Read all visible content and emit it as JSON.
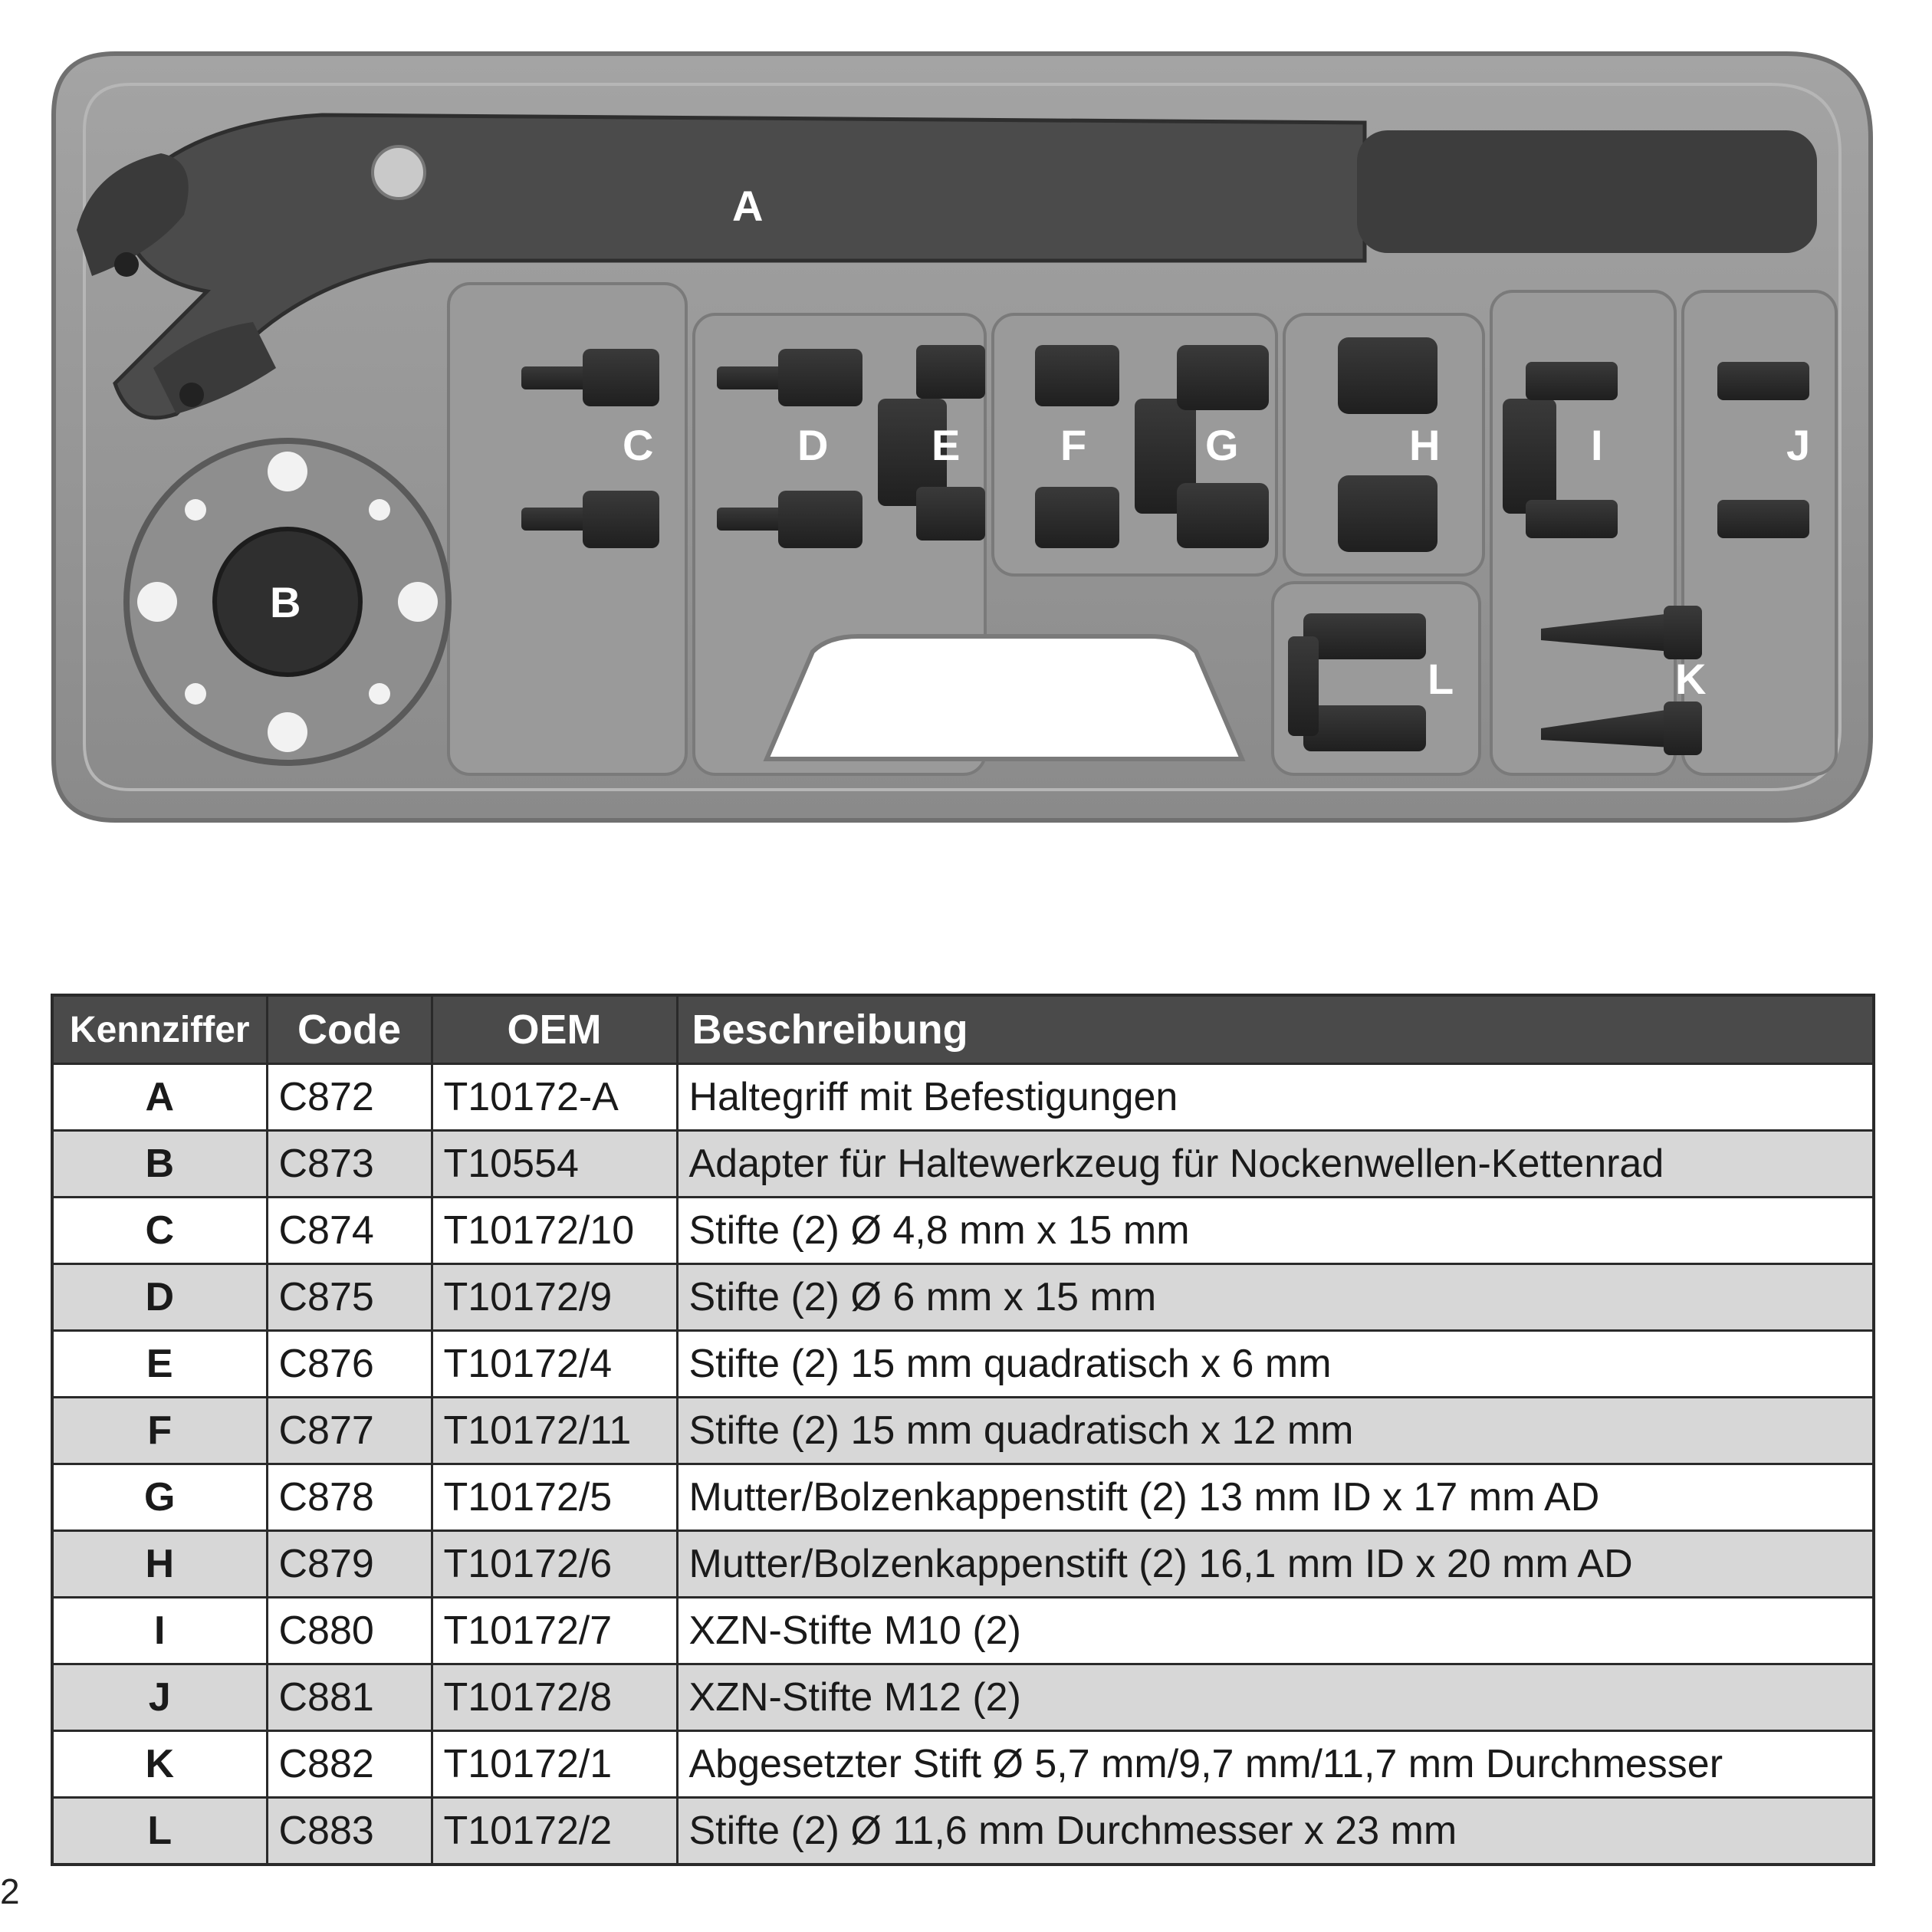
{
  "figure": {
    "tool_letters": [
      "A",
      "B",
      "C",
      "D",
      "E",
      "F",
      "G",
      "H",
      "I",
      "J",
      "K",
      "L"
    ]
  },
  "table": {
    "headers": {
      "key": "Kennziffer",
      "code": "Code",
      "oem": "OEM",
      "description": "Beschreibung"
    },
    "rows": [
      {
        "key": "A",
        "code": "C872",
        "oem": "T10172-A",
        "description": "Haltegriff mit Befestigungen"
      },
      {
        "key": "B",
        "code": "C873",
        "oem": "T10554",
        "description": "Adapter für Haltewerkzeug für Nockenwellen-Kettenrad"
      },
      {
        "key": "C",
        "code": "C874",
        "oem": "T10172/10",
        "description": "Stifte (2) Ø 4,8 mm x 15 mm"
      },
      {
        "key": "D",
        "code": "C875",
        "oem": "T10172/9",
        "description": "Stifte (2) Ø 6 mm x 15 mm"
      },
      {
        "key": "E",
        "code": "C876",
        "oem": "T10172/4",
        "description": "Stifte (2) 15 mm quadratisch x 6 mm"
      },
      {
        "key": "F",
        "code": "C877",
        "oem": "T10172/11",
        "description": "Stifte (2) 15 mm quadratisch x 12 mm"
      },
      {
        "key": "G",
        "code": "C878",
        "oem": "T10172/5",
        "description": "Mutter/Bolzenkappenstift (2) 13 mm ID x 17 mm AD"
      },
      {
        "key": "H",
        "code": "C879",
        "oem": "T10172/6",
        "description": "Mutter/Bolzenkappenstift (2) 16,1 mm ID x 20 mm AD"
      },
      {
        "key": "I",
        "code": "C880",
        "oem": "T10172/7",
        "description": "XZN-Stifte M10 (2)"
      },
      {
        "key": "J",
        "code": "C881",
        "oem": "T10172/8",
        "description": "XZN-Stifte M12 (2)"
      },
      {
        "key": "K",
        "code": "C882",
        "oem": "T10172/1",
        "description": "Abgesetzter Stift Ø 5,7 mm/9,7 mm/11,7 mm Durchmesser"
      },
      {
        "key": "L",
        "code": "C883",
        "oem": "T10172/2",
        "description": "Stifte (2) Ø 11,6 mm Durchmesser x 23 mm"
      }
    ]
  },
  "page_mark": "2"
}
